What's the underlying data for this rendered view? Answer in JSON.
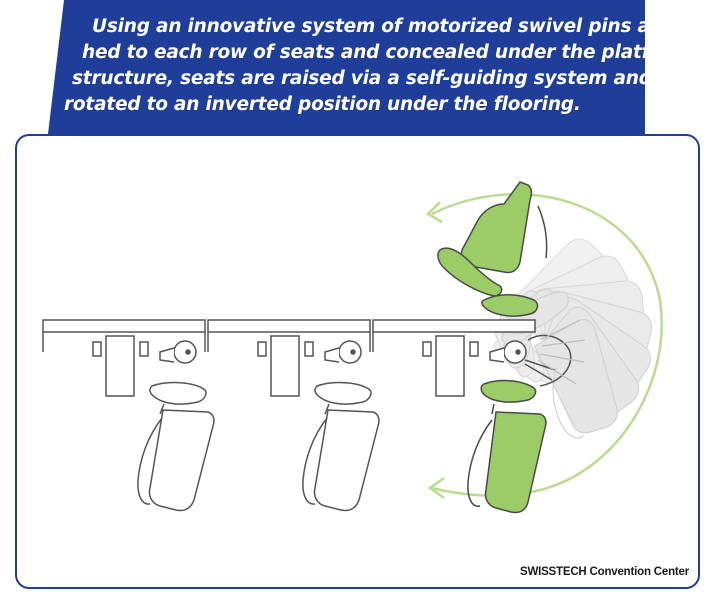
{
  "caption": {
    "lines": [
      "Using an innovative system of motorized swivel pins attac-",
      "hed to each row of seats and concealed under the platform",
      "structure, seats are raised via a self-guiding system and",
      "rotated to an inverted position under the flooring."
    ]
  },
  "credit": "SWISSTECH Convention Center",
  "colors": {
    "banner": "#1f3e9a",
    "frame_border": "#1f3e9a",
    "seat_green": "#9ccc65",
    "arrow_green": "#b9dc8f",
    "outline": "#555555",
    "ghost": "#d9d9d9"
  }
}
